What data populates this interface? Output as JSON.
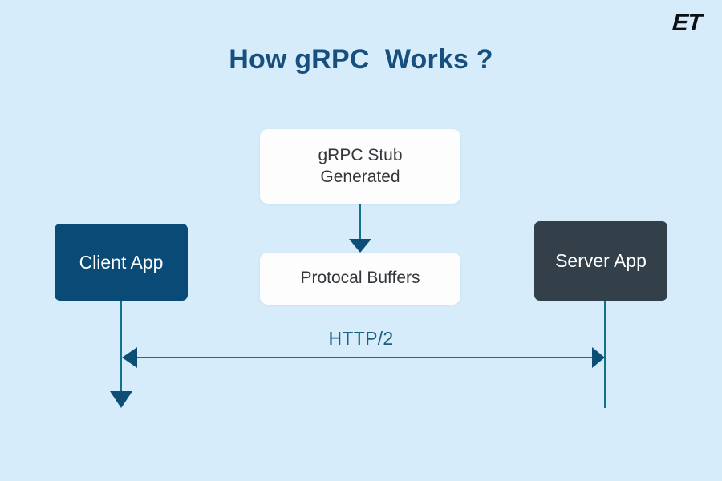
{
  "meta": {
    "background_color": "#d6ecfb",
    "accent_line_color": "#12718c",
    "arrow_fill_color": "#0d4f74"
  },
  "brand": {
    "logo_text": "ET"
  },
  "header": {
    "title": "How gRPC  Works ?",
    "title_color": "#17507e"
  },
  "diagram": {
    "type": "flow-diagram",
    "nodes": [
      {
        "id": "grpc-stub",
        "label": "gRPC Stub\nGenerated",
        "line1": "gRPC Stub",
        "line2": "Generated",
        "style": "white-card",
        "fill": "#fdfdfd",
        "text_color": "#33373b"
      },
      {
        "id": "protocal-buffers",
        "label": "Protocal Buffers",
        "style": "white-card",
        "fill": "#fdfdfd",
        "text_color": "#33373b"
      },
      {
        "id": "client-app",
        "label": "Client App",
        "style": "filled-navy",
        "fill": "#0a4a77",
        "text_color": "#ffffff"
      },
      {
        "id": "server-app",
        "label": "Server App",
        "style": "filled-charcoal",
        "fill": "#333f49",
        "text_color": "#ffffff"
      }
    ],
    "edges": [
      {
        "id": "stub-to-protobuf",
        "from": "grpc-stub",
        "to": "protocal-buffers",
        "direction": "down",
        "arrowheads": "end",
        "label": ""
      },
      {
        "id": "client-lifeline",
        "from": "client-app",
        "to": "client-lifeline-end",
        "direction": "down",
        "arrowheads": "end",
        "label": ""
      },
      {
        "id": "server-lifeline",
        "from": "server-app",
        "to": "server-lifeline-end",
        "direction": "down",
        "arrowheads": "none",
        "label": ""
      },
      {
        "id": "http2-channel",
        "from": "client-lifeline",
        "to": "server-lifeline",
        "direction": "bidirectional",
        "arrowheads": "both",
        "label": "HTTP/2",
        "label_color": "#17607f"
      }
    ]
  }
}
